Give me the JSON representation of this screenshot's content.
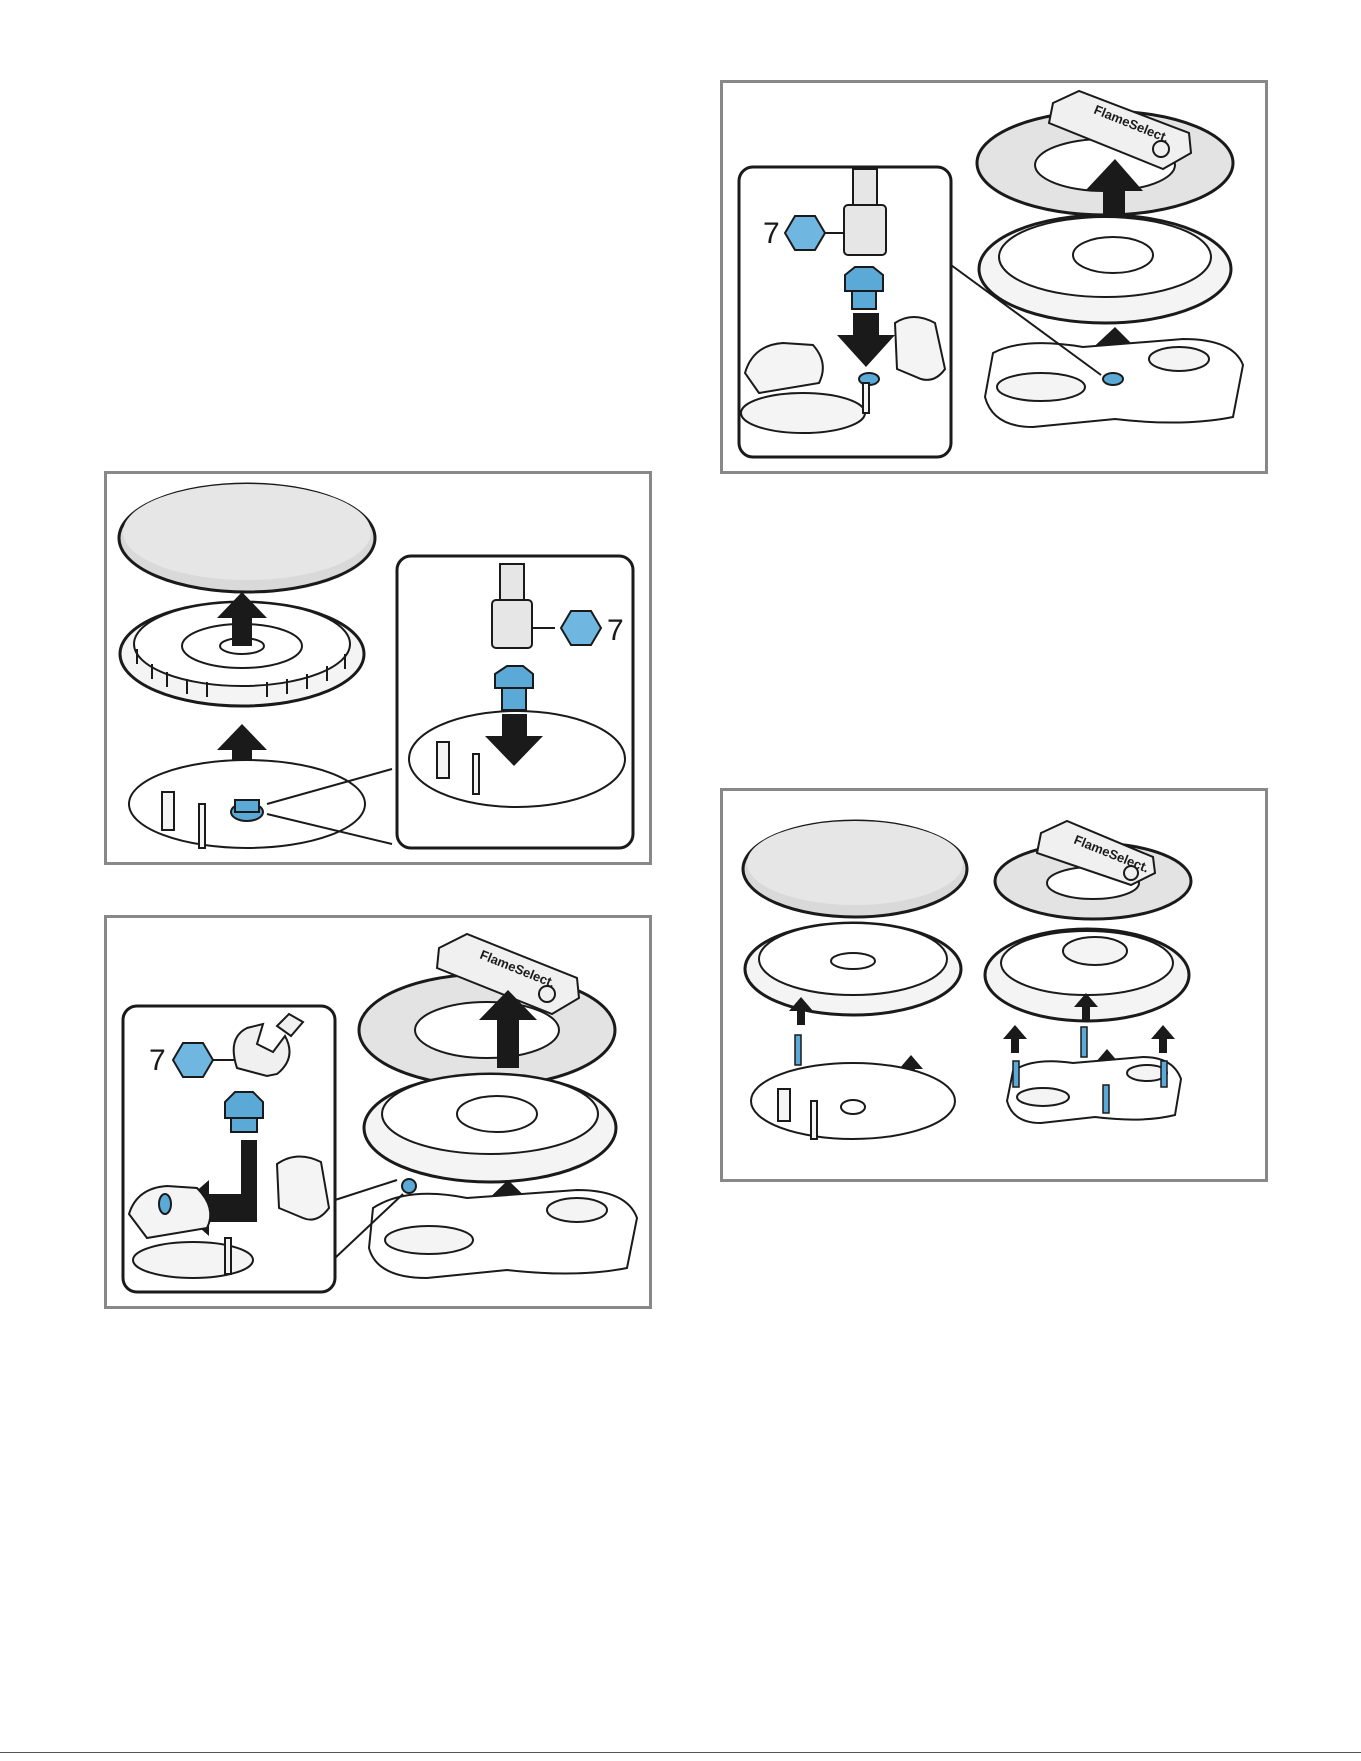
{
  "figures": [
    {
      "id": "fig-a",
      "callout": "7",
      "tool": "socket-wrench",
      "brand_text": ""
    },
    {
      "id": "fig-b",
      "callout": "7",
      "tool": "open-end-wrench",
      "brand_text": "FlameSelect."
    },
    {
      "id": "fig-c",
      "callout": "7",
      "tool": "socket-wrench",
      "brand_text": "FlameSelect."
    },
    {
      "id": "fig-d",
      "callout": "",
      "tool": "",
      "brand_text": "FlameSelect."
    }
  ],
  "colors": {
    "frame": "#888888",
    "nozzle_blue": "#5aa9d6",
    "cap_grey": "#e6e6e6",
    "line": "#1a1a1a"
  },
  "icons": [
    "hexagon-icon",
    "arrow-up-icon",
    "arrow-down-icon",
    "arrow-left-icon",
    "socket-wrench-icon",
    "open-end-wrench-icon",
    "nozzle-icon",
    "screw-icon"
  ]
}
